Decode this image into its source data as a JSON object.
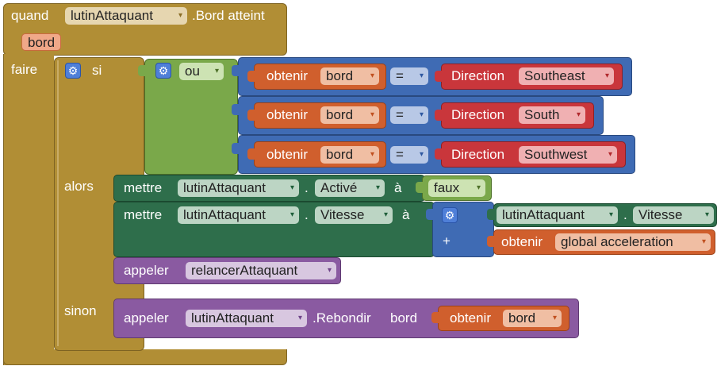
{
  "event_block": {
    "label_when": "quand",
    "component": "lutinAttaquant",
    "event_name": ".Bord atteint",
    "param": "bord",
    "label_do": "faire"
  },
  "if_block": {
    "label_if": "si",
    "label_then": "alors",
    "label_else": "sinon"
  },
  "or_block": {
    "label": "ou"
  },
  "conditions": [
    {
      "get_label": "obtenir",
      "var": "bord",
      "op": "=",
      "dir_label": "Direction",
      "dir_value": "Southeast"
    },
    {
      "get_label": "obtenir",
      "var": "bord",
      "op": "=",
      "dir_label": "Direction",
      "dir_value": "South"
    },
    {
      "get_label": "obtenir",
      "var": "bord",
      "op": "=",
      "dir_label": "Direction",
      "dir_value": "Southwest"
    }
  ],
  "set1": {
    "label": "mettre",
    "component": "lutinAttaquant",
    "dot": ".",
    "property": "Activé",
    "to": "à",
    "value": "faux"
  },
  "set2": {
    "label": "mettre",
    "component": "lutinAttaquant",
    "dot": ".",
    "property": "Vitesse",
    "to": "à",
    "plus": "+",
    "getter_component": "lutinAttaquant",
    "getter_dot": ".",
    "getter_property": "Vitesse",
    "global_get_label": "obtenir",
    "global_var": "global acceleration"
  },
  "call1": {
    "label": "appeler",
    "procedure": "relancerAttaquant"
  },
  "call2": {
    "label": "appeler",
    "component": "lutinAttaquant",
    "method": ".Rebondir",
    "param": "bord",
    "get_label": "obtenir",
    "var": "bord"
  },
  "dropdown_arrow": "▾"
}
